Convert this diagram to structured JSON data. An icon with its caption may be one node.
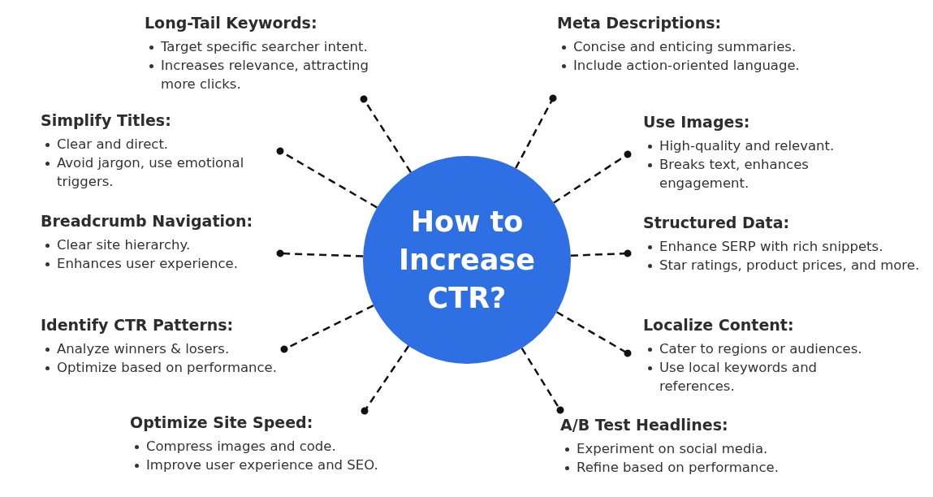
{
  "diagram": {
    "nodes": [
      {
        "text": [
          "How to Increase CTR?"
        ]
      },
      {
        "text": [
          "Long-Tail Keywords:",
          "Target specific searcher intent.",
          "Increases relevance, attracting more clicks."
        ]
      },
      {
        "text": [
          "Meta Descriptions:",
          "Concise and enticing summaries.",
          "Include action-oriented language."
        ]
      },
      {
        "text": [
          "Simplify Titles:",
          "Clear and direct.",
          "Avoid jargon, use emotional triggers."
        ]
      },
      {
        "text": [
          "Use Images:",
          "High-quality and relevant.",
          "Breaks text, enhances engagement."
        ]
      },
      {
        "text": [
          "Breadcrumb Navigation:",
          "Clear site hierarchy.",
          "Enhances user experience."
        ]
      },
      {
        "text": [
          "Structured Data:",
          "Enhance SERP with rich snippets.",
          "Star ratings, product prices, and more."
        ]
      },
      {
        "text": [
          "Identify CTR Patterns:",
          "Analyze winners & losers.",
          "Optimize based on performance."
        ]
      },
      {
        "text": [
          "Localize Content:",
          "Cater to regions or audiences.",
          "Use local keywords and references."
        ]
      },
      {
        "text": [
          "Optimize Site Speed:",
          "Compress images and code.",
          "Improve user experience and SEO."
        ]
      },
      {
        "text": [
          "A/B Test Headlines:",
          "Experiment on social media.",
          "Refine based on performance."
        ]
      }
    ],
    "edges": [
      {
        "from": 0,
        "to": 1,
        "arrow": "other",
        "style": "dashed"
      },
      {
        "from": 0,
        "to": 2,
        "arrow": "other",
        "style": "dashed"
      },
      {
        "from": 0,
        "to": 3,
        "arrow": "other",
        "style": "dashed"
      },
      {
        "from": 0,
        "to": 4,
        "arrow": "other",
        "style": "dashed"
      },
      {
        "from": 0,
        "to": 5,
        "arrow": "other",
        "style": "dashed"
      },
      {
        "from": 0,
        "to": 6,
        "arrow": "other",
        "style": "dashed"
      },
      {
        "from": 0,
        "to": 7,
        "arrow": "other",
        "style": "dashed"
      },
      {
        "from": 0,
        "to": 8,
        "arrow": "other",
        "style": "dashed"
      },
      {
        "from": 0,
        "to": 9,
        "arrow": "other",
        "style": "dashed"
      },
      {
        "from": 0,
        "to": 10,
        "arrow": "other",
        "style": "dashed"
      }
    ]
  }
}
